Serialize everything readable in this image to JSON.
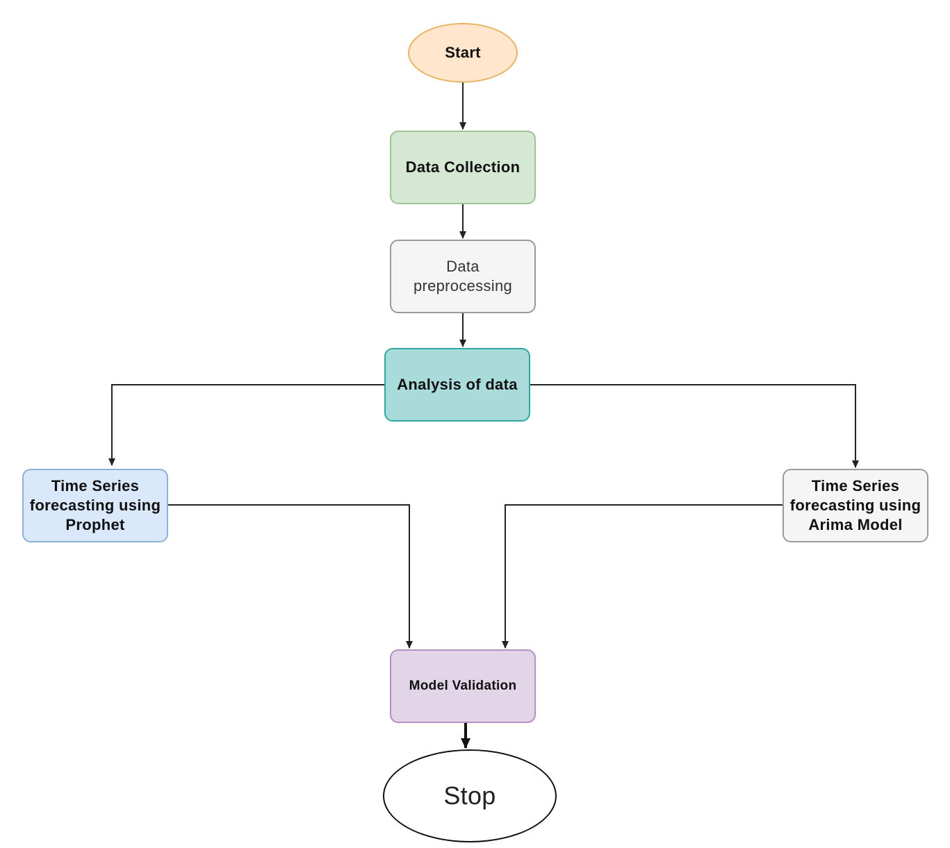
{
  "flowchart": {
    "nodes": {
      "start": "Start",
      "data_collection": "Data Collection",
      "preprocessing": "Data\npreprocessing",
      "analysis": "Analysis of data",
      "prophet": "Time Series\nforecasting using\nProphet",
      "arima": "Time Series\nforecasting using\nArima Model",
      "validation": "Model Validation",
      "stop": "Stop"
    },
    "edges": [
      {
        "from": "start",
        "to": "data_collection"
      },
      {
        "from": "data_collection",
        "to": "preprocessing"
      },
      {
        "from": "preprocessing",
        "to": "analysis"
      },
      {
        "from": "analysis",
        "to": "prophet"
      },
      {
        "from": "analysis",
        "to": "arima"
      },
      {
        "from": "prophet",
        "to": "validation"
      },
      {
        "from": "arima",
        "to": "validation"
      },
      {
        "from": "validation",
        "to": "stop"
      }
    ],
    "colors": {
      "start_fill": "#ffe6cc",
      "data_collection_fill": "#d5e8d4",
      "preprocessing_fill": "#f5f5f5",
      "analysis_fill": "#a8dbd9",
      "prophet_fill": "#dae8fc",
      "arima_fill": "#f5f5f5",
      "validation_fill": "#e1d5e7",
      "stop_fill": "#ffffff",
      "connector": "#222222"
    }
  }
}
